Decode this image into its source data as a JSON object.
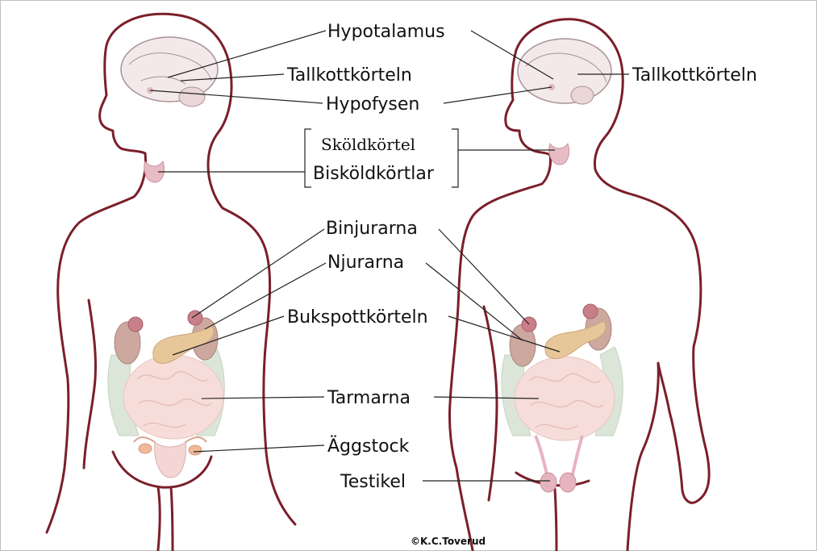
{
  "labels": {
    "hypotalamus": "Hypotalamus",
    "tallkott_left": "Tallkottkörteln",
    "tallkott_right": "Tallkottkörteln",
    "hypofysen": "Hypofysen",
    "skoldkortel": "Sköldkörtel",
    "biskoldkortlar": "Bisköldkörtlar",
    "binjurarna": "Binjurarna",
    "njurarna": "Njurarna",
    "bukspottkorteln": "Bukspottkörteln",
    "tarmarna": "Tarmarna",
    "aggstock": "Äggstock",
    "testikel": "Testikel"
  },
  "credit": "©K.C.Toverud",
  "colors": {
    "outline": "#7b1f2b",
    "brain": "#f3e9ea",
    "thyroid": "#e7bcc4",
    "kidney": "#cda89f",
    "adrenal": "#c97f8a",
    "pancreas": "#e7c79a",
    "intestine": "#f6ddd9",
    "colon": "#dbe6d8",
    "ovary": "#f0b99a",
    "testis": "#e6b4bf"
  }
}
